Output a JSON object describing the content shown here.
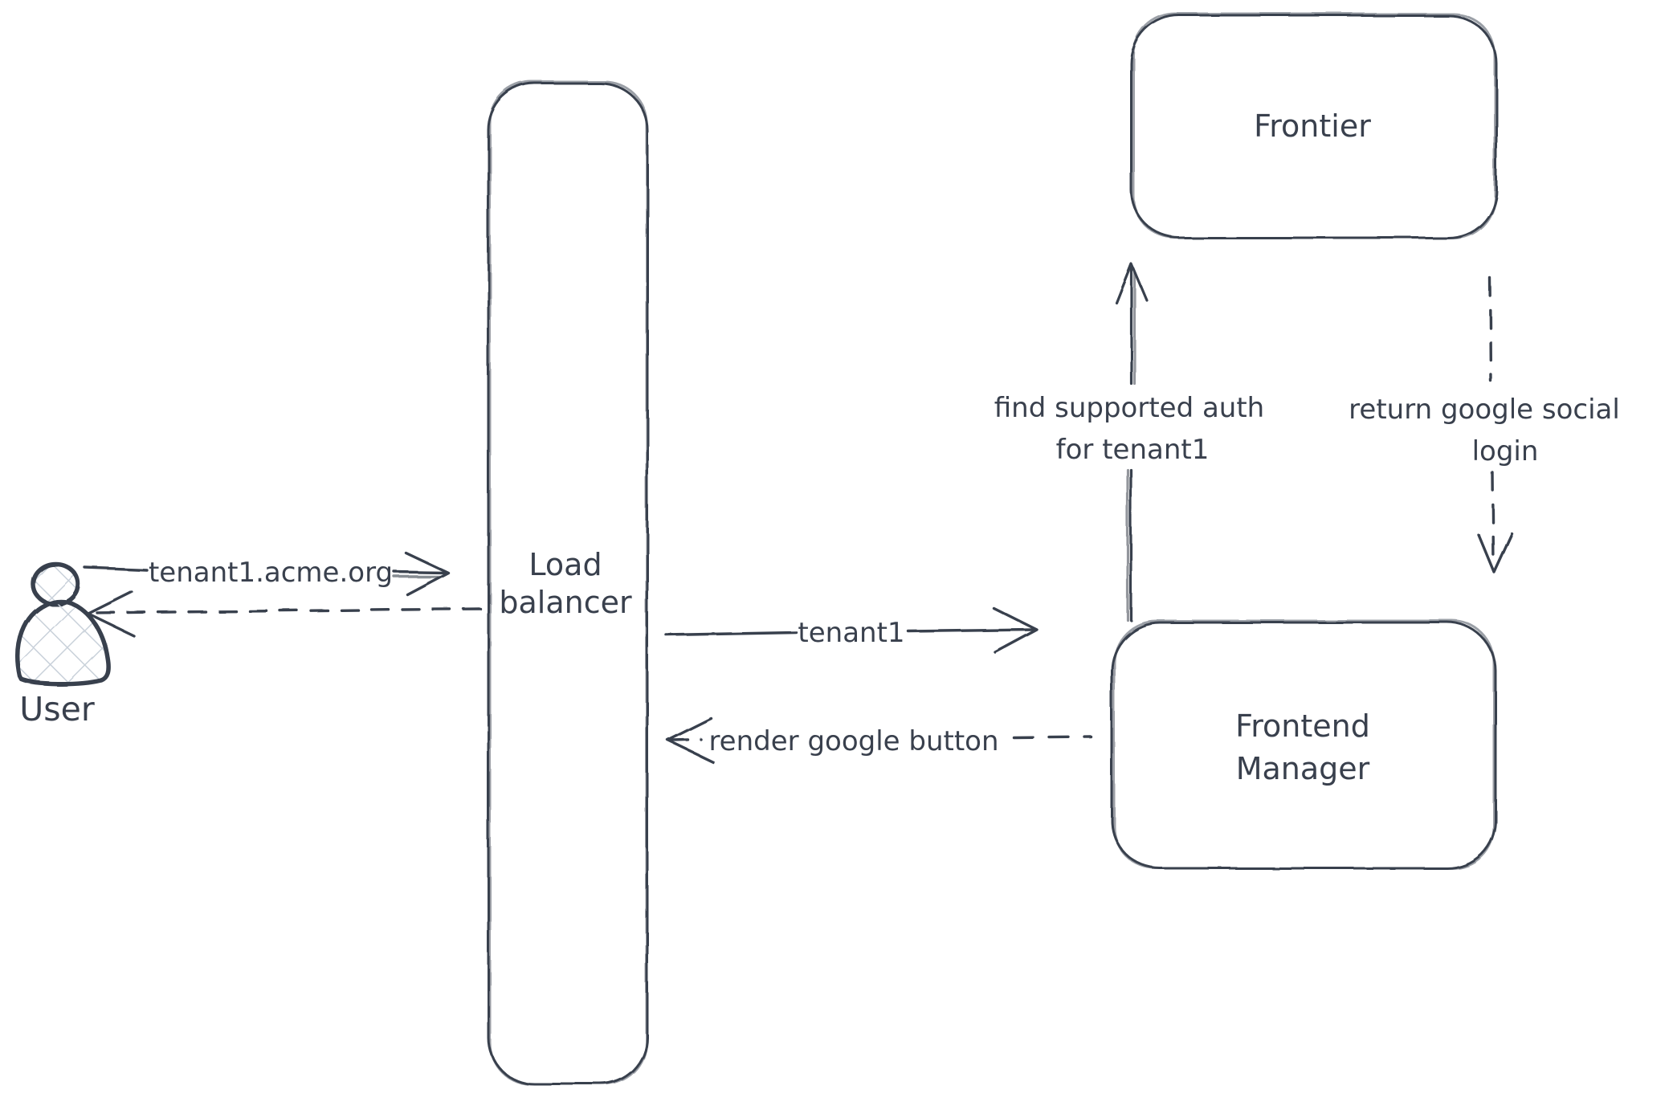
{
  "diagram": {
    "kind": "hand-drawn architecture / sequence sketch",
    "background": "#ffffff",
    "stroke_color": "#39404d",
    "crosshatch_color": "#c9d1da"
  },
  "nodes": {
    "user": {
      "label": "User",
      "kind": "actor"
    },
    "load_balancer": {
      "lines": [
        "Load",
        "balancer"
      ],
      "kind": "box"
    },
    "frontier": {
      "label": "Frontier",
      "kind": "box"
    },
    "frontend_manager": {
      "lines": [
        "Frontend",
        "Manager"
      ],
      "kind": "box"
    }
  },
  "edges": {
    "user_to_lb": {
      "from": "user",
      "to": "load_balancer",
      "style": "solid",
      "label": "tenant1.acme.org"
    },
    "lb_to_user": {
      "from": "load_balancer",
      "to": "user",
      "style": "dashed",
      "label": ""
    },
    "lb_to_fm": {
      "from": "load_balancer",
      "to": "frontend_manager",
      "style": "solid",
      "label": "tenant1"
    },
    "fm_to_lb": {
      "from": "frontend_manager",
      "to": "load_balancer",
      "style": "dashed",
      "label": "render google button"
    },
    "fm_to_frontier": {
      "from": "frontend_manager",
      "to": "frontier",
      "style": "solid",
      "lines": [
        "find supported auth",
        "for tenant1"
      ]
    },
    "frontier_to_fm": {
      "from": "frontier",
      "to": "frontend_manager",
      "style": "dashed",
      "lines": [
        "return google social",
        "login"
      ]
    }
  }
}
